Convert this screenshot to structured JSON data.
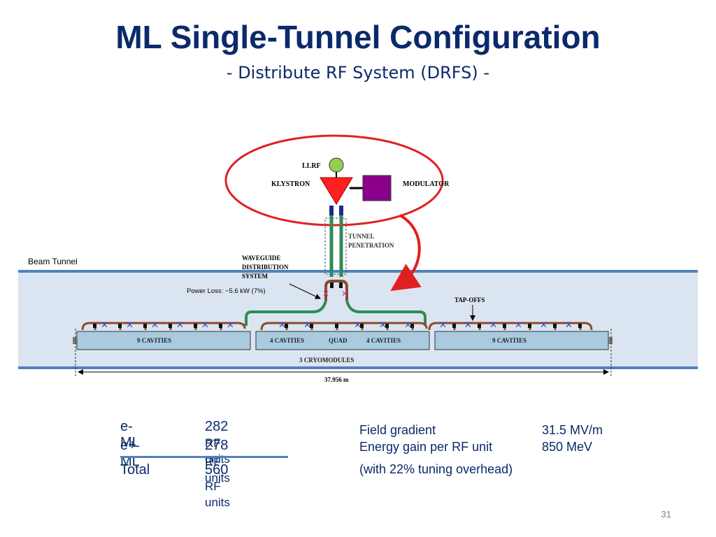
{
  "slide": {
    "title": "ML Single-Tunnel Configuration",
    "subtitle": "- Distribute RF System (DRFS) -",
    "page_number": "31"
  },
  "diagram": {
    "llrf": "LLRF",
    "klystron": "KLYSTRON",
    "modulator": "MODULATOR",
    "tunnel_penetration": [
      "TUNNEL",
      "PENETRATION"
    ],
    "waveguide": [
      "WAVEGUIDE",
      "DISTRIBUTION",
      "SYSTEM"
    ],
    "beam_tunnel": "Beam Tunnel",
    "power_loss": "Power Loss: ~5.6 kW (7%)",
    "tap_offs": "TAP-OFFS",
    "cavities_left": "9 CAVITIES",
    "cavities_mid_left": "4 CAVITIES",
    "quad": "QUAD",
    "cavities_mid_right": "4 CAVITIES",
    "cavities_right": "9 CAVITIES",
    "cryomodules": "3 CRYOMODULES",
    "length": "37.956 m",
    "colors": {
      "tunnel_fill": "#dbe5f1",
      "tunnel_line": "#4f81bd",
      "cryomodule_fill": "#a9cbe0",
      "waveguide_brown": "#8b4a2b",
      "waveguide_green": "#2e8b57",
      "klystron_red": "#ff2020",
      "modulator_purple": "#8b008b",
      "llrf_green": "#92d050",
      "highlight_red": "#e02020"
    }
  },
  "units_table": {
    "rows": [
      {
        "label": "e- ML",
        "value": "282",
        "unit": "RF units"
      },
      {
        "label": "e+ ML",
        "value": "278",
        "unit": "RF units"
      }
    ],
    "total": {
      "label": "Total",
      "value": "560",
      "unit": "RF units"
    }
  },
  "params": {
    "rows": [
      {
        "label": "Field gradient",
        "value": "31.5 MV/m"
      },
      {
        "label": "Energy gain per RF unit",
        "value": "850 MeV"
      }
    ],
    "note": "(with 22% tuning overhead)"
  }
}
